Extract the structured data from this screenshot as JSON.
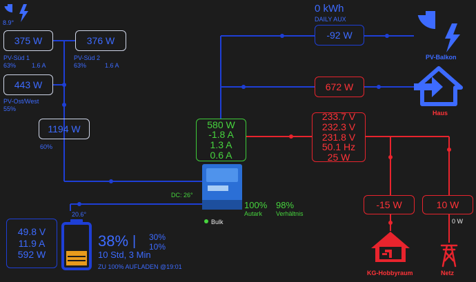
{
  "weather": {
    "temp": "8.9°"
  },
  "pv": {
    "sued1": {
      "power": "375 W",
      "label": "PV-Süd 1",
      "pct": "63%",
      "current": "1.6 A"
    },
    "sued2": {
      "power": "376 W",
      "label": "PV-Süd 2",
      "pct": "63%",
      "current": "1.6 A"
    },
    "ostwest": {
      "power": "443 W",
      "label": "PV-Ost/West",
      "pct": "55%"
    },
    "total": {
      "power": "1194 W",
      "pct": "60%"
    }
  },
  "aux": {
    "energy": "0 kWh",
    "label": "DAILY AUX",
    "power": "-92 W"
  },
  "balkon": {
    "label": "PV-Balkon"
  },
  "haus": {
    "power": "672 W",
    "label": "Haus"
  },
  "inverter": {
    "power": "580 W",
    "current1": "-1.8 A",
    "current2": "1.3 A",
    "current3": "0.6 A",
    "dc_temp": "DC: 26°",
    "state": "Bulk",
    "autark_value": "100%",
    "autark_label": "Autark",
    "ratio_value": "98%",
    "ratio_label": "Verhältnis"
  },
  "grid_bus": {
    "v1": "233.7 V",
    "v2": "232.3 V",
    "v3": "231.8 V",
    "freq": "50.1 Hz",
    "power": "25 W"
  },
  "kg": {
    "power": "-15 W",
    "label": "KG-Hobbyraum"
  },
  "netz": {
    "power": "10 W",
    "sub": "0 W",
    "label": "Netz"
  },
  "battery": {
    "voltage": "49.8 V",
    "current": "11.9 A",
    "power": "592 W",
    "temp": "20.6°",
    "soc": "38%",
    "sep": "|",
    "min": "30%",
    "max": "10%",
    "time": "10 Std, 3 Min",
    "charge_note": "ZU 100% AUFLADEN @19:01",
    "soc_fraction": 0.38
  },
  "colors": {
    "blue": "#1e3fd6",
    "red": "#e8242d",
    "green": "#3fcb3a",
    "background": "#1c1c1c"
  }
}
